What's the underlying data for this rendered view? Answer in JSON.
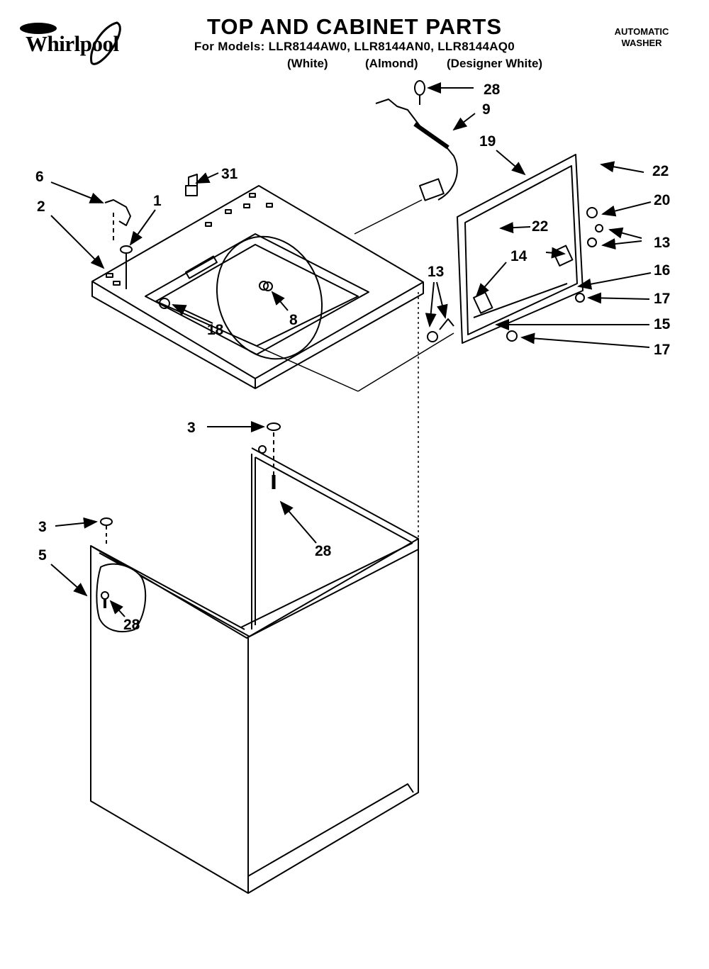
{
  "brand": {
    "badge": "",
    "name": "Whirlpool"
  },
  "header": {
    "title": "TOP AND CABINET PARTS",
    "models_line": "For Models: LLR8144AW0, LLR8144AN0, LLR8144AQ0",
    "finishes": [
      "(White)",
      "(Almond)",
      "(Designer White)"
    ],
    "product_line1": "AUTOMATIC",
    "product_line2": "WASHER"
  },
  "callouts": {
    "c28_top": "28",
    "c9": "9",
    "c19": "19",
    "c22_top": "22",
    "c22_mid": "22",
    "c20": "20",
    "c13_right": "13",
    "c14": "14",
    "c16": "16",
    "c17_upper": "17",
    "c13_left": "13",
    "c15": "15",
    "c17_lower": "17",
    "c6": "6",
    "c31": "31",
    "c2": "2",
    "c1": "1",
    "c8": "8",
    "c18": "18",
    "c3_mid": "3",
    "c28_mid": "28",
    "c3_left": "3",
    "c5": "5",
    "c28_low": "28"
  }
}
